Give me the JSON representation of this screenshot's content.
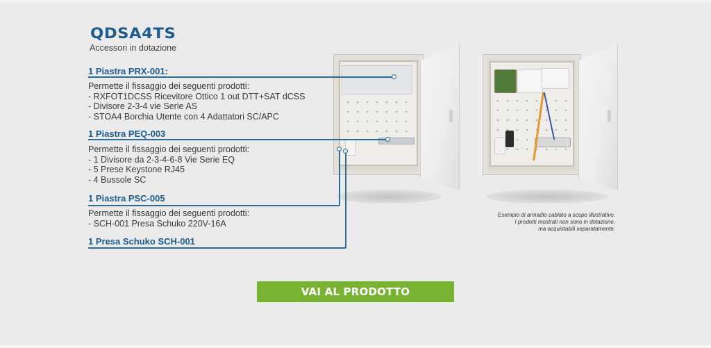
{
  "header": {
    "brand": "QDSA4TS",
    "subtitle": "Accessori in dotazione"
  },
  "sections": [
    {
      "title": "1 Piastra PRX-001:",
      "intro": "Permette il fissaggio dei seguenti prodotti:",
      "items": [
        "- RXFOT1DCSS Ricevitore Ottico 1 out DTT+SAT dCSS",
        "- Divisore 2-3-4 vie Serie AS",
        "- STOA4 Borchia Utente con 4 Adattatori SC/APC"
      ]
    },
    {
      "title": "1 Piastra PEQ-003",
      "intro": "Permette il fissaggio dei seguenti prodotti:",
      "items": [
        "- 1 Divisore da 2-3-4-6-8 Vie Serie EQ",
        "- 5 Prese Keystone RJ45",
        "- 4 Bussole SC"
      ]
    },
    {
      "title": "1 Piastra PSC-005",
      "intro": "Permette il fissaggio dei seguenti prodotti:",
      "items": [
        "- SCH-001 Presa Schuko 220V-16A"
      ]
    },
    {
      "title": "1 Presa Schuko SCH-001",
      "intro": null,
      "items": []
    }
  ],
  "images": {
    "empty_cabinet": "Quadro QDSA4TS aperto con accessori in dotazione",
    "wired_cabinet": "Esempio di armadio cablato"
  },
  "note": {
    "line1": "Esempio di armadio cablato a scopo illustrativo.",
    "line2": "I prodotti mostrati non sono in dotazione,",
    "line3": "ma acquistabili separatamente."
  },
  "cta": {
    "label": "VAI AL PRODOTTO"
  },
  "colors": {
    "brand_blue": "#1c5c91",
    "cta_green": "#78b431",
    "background": "#ebebeb"
  }
}
